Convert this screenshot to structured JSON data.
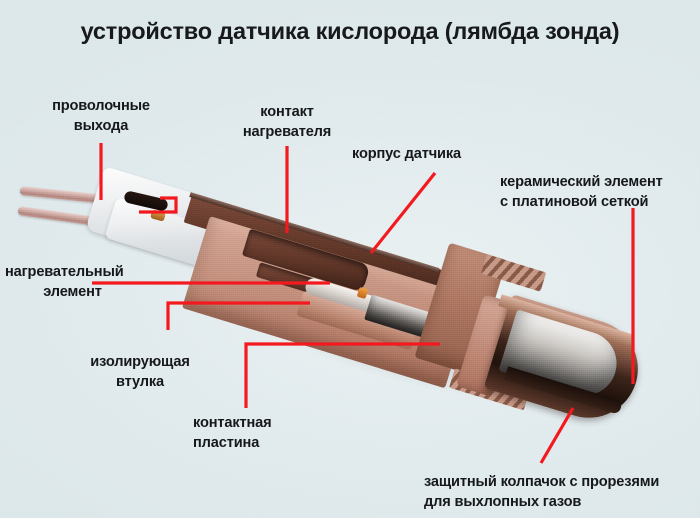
{
  "diagram": {
    "title": "устройство датчика кислорода (лямбда зонда)",
    "subject": "oxygen-sensor-lambda-probe-cutaway",
    "background_color": "#e4edef",
    "leader_line_color": "#f4191f",
    "text_color": "#16181a",
    "labels": [
      {
        "id": "wire-leads",
        "line1": "проволочные",
        "line2": "выхода",
        "align": "center"
      },
      {
        "id": "heater-contact",
        "line1": "контакт",
        "line2": "нагревателя",
        "align": "center"
      },
      {
        "id": "sensor-housing",
        "line1": "корпус датчика",
        "line2": "",
        "align": "left"
      },
      {
        "id": "ceramic-element",
        "line1": "керамический элемент",
        "line2": "с платиновой сеткой",
        "align": "left"
      },
      {
        "id": "heating-element",
        "line1": "нагревательный",
        "line2": "элемент",
        "align": "left"
      },
      {
        "id": "insulating-bushing",
        "line1": "изолирующая",
        "line2": "втулка",
        "align": "center"
      },
      {
        "id": "contact-plate",
        "line1": "контактная",
        "line2": "пластина",
        "align": "left"
      },
      {
        "id": "protective-cap",
        "line1": "защитный колпачок с прорезями",
        "line2": "для выхлопных газов",
        "align": "left"
      }
    ],
    "materials": {
      "copper_light": "#c89684",
      "copper_mid": "#ad7762",
      "copper_dark": "#5e3527",
      "steel": "#8d8a86",
      "insulator_white": "#f1f2f3",
      "wire": "#cfa9a3",
      "accent_orange": "#e08a2a"
    }
  }
}
